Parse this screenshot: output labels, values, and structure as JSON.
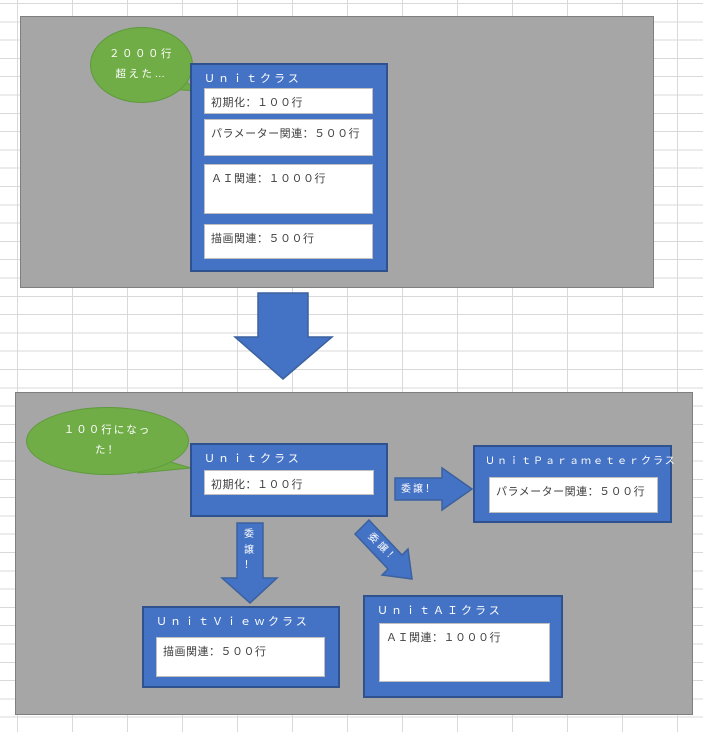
{
  "colors": {
    "panel_gray": "#a6a6a6",
    "shape_blue": "#4472c4",
    "shape_blue_border": "#2f528f",
    "bubble_green": "#70ad47",
    "grid_line": "#d9d9d9",
    "member_text": "#404040"
  },
  "before": {
    "bubble_text": "２０００行\n超えた…",
    "unit_class": {
      "title": "Ｕｎｉｔクラス",
      "members": [
        "初期化：１００行",
        "パラメーター関連：５００行",
        "ＡＩ関連：１０００行",
        "描画関連：５００行"
      ]
    }
  },
  "after": {
    "bubble_text": "１００行になっ\nた！",
    "unit_class": {
      "title": "Ｕｎｉｔクラス",
      "members": [
        "初期化：１００行"
      ]
    },
    "unit_parameter_class": {
      "title": "ＵｎｉｔＰａｒａｍｅｔｅｒクラス",
      "members": [
        "パラメーター関連：５００行"
      ]
    },
    "unit_view_class": {
      "title": "ＵｎｉｔＶｉｅｗクラス",
      "members": [
        "描画関連：５００行"
      ]
    },
    "unit_ai_class": {
      "title": "ＵｎｉｔＡＩクラス",
      "members": [
        "ＡＩ関連：１０００行"
      ]
    },
    "delegation_to_parameter": "委譲！",
    "delegation_to_view": "委\n譲\n！",
    "delegation_to_ai": "委譲！"
  }
}
